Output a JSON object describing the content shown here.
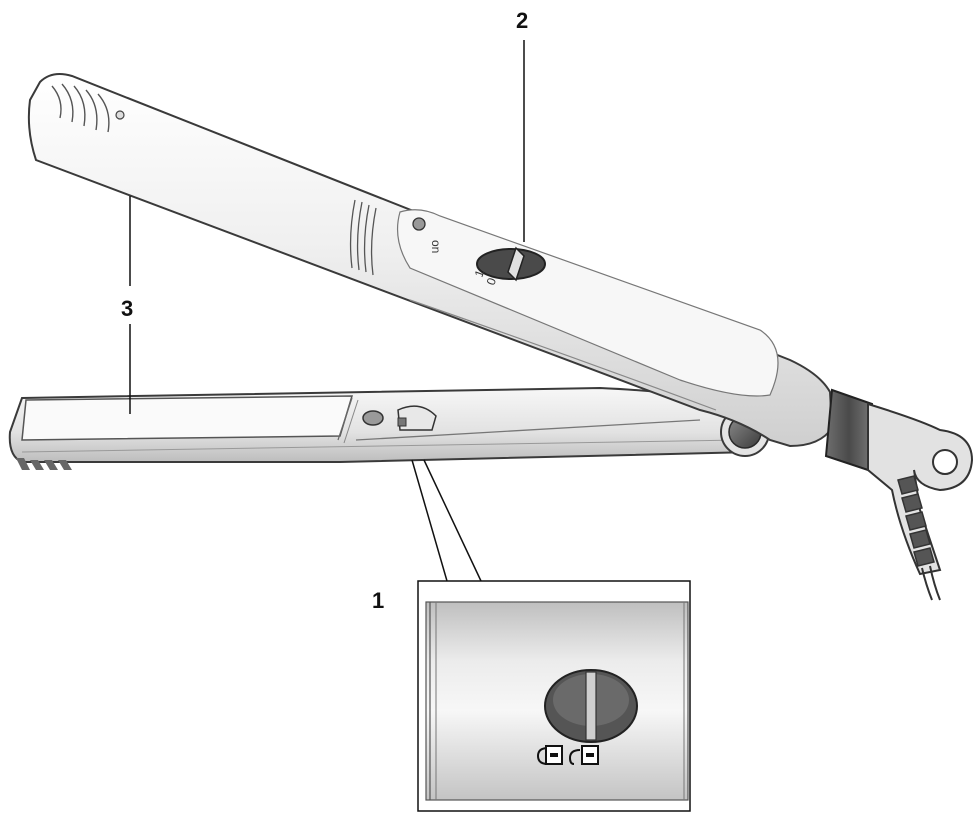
{
  "callouts": {
    "lock_label": "1",
    "switch_label": "2",
    "plates_label": "3"
  },
  "upper_arm": {
    "switch_marks": {
      "on_text": "on",
      "pos_one": "1",
      "pos_zero": "0"
    }
  },
  "colors": {
    "body_light": "#f2f2f2",
    "body_mid": "#dcdcdc",
    "body_shadow": "#b8b8b8",
    "outline": "#3a3a3a",
    "dark_part": "#555555",
    "cord": "#444444"
  },
  "icons": {
    "lock_closed": "padlock-closed-icon",
    "lock_open": "padlock-open-icon"
  }
}
